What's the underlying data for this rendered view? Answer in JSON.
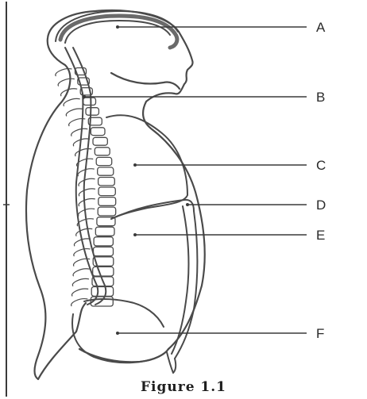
{
  "figure": {
    "caption": "Figure 1.1",
    "labels": [
      {
        "id": "A",
        "text": "A"
      },
      {
        "id": "B",
        "text": "B"
      },
      {
        "id": "C",
        "text": "C"
      },
      {
        "id": "D",
        "text": "D"
      },
      {
        "id": "E",
        "text": "E"
      },
      {
        "id": "F",
        "text": "F"
      }
    ],
    "colors": {
      "ink": "#4a4a4a",
      "background": "#ffffff"
    }
  }
}
